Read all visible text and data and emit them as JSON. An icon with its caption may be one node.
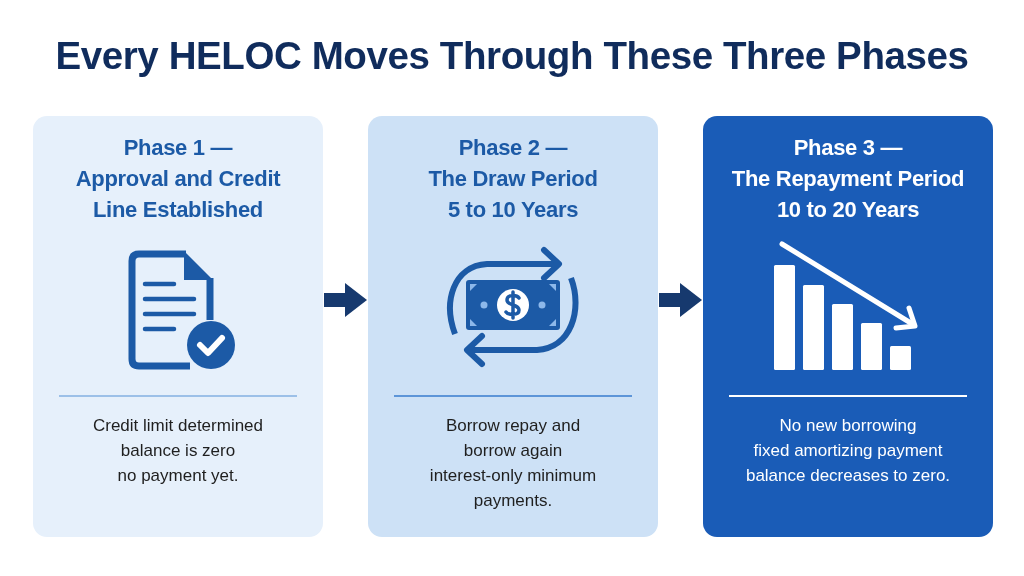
{
  "diagram": {
    "title": "Every HELOC Moves Through These Three Phases",
    "nodes": [
      {
        "text": [
          "Phase 1 —",
          "Approval and Credit Line Established",
          "Credit limit determined",
          "balance is zero",
          "no payment yet."
        ]
      },
      {
        "text": [
          "Phase 2 —",
          "The Draw Period",
          "5 to 10 Years",
          "Borrow repay and borrow again",
          "interest-only minimum payments."
        ]
      },
      {
        "text": [
          "Phase 3 —",
          "The Repayment Period",
          "10 to 20 Years",
          "No new borrowing",
          "fixed amortizing payment",
          "balance decreases to zero."
        ]
      }
    ],
    "edges": [
      {
        "from": 0,
        "to": 1,
        "arrow": "to"
      },
      {
        "from": 1,
        "to": 2,
        "arrow": "to"
      }
    ]
  }
}
